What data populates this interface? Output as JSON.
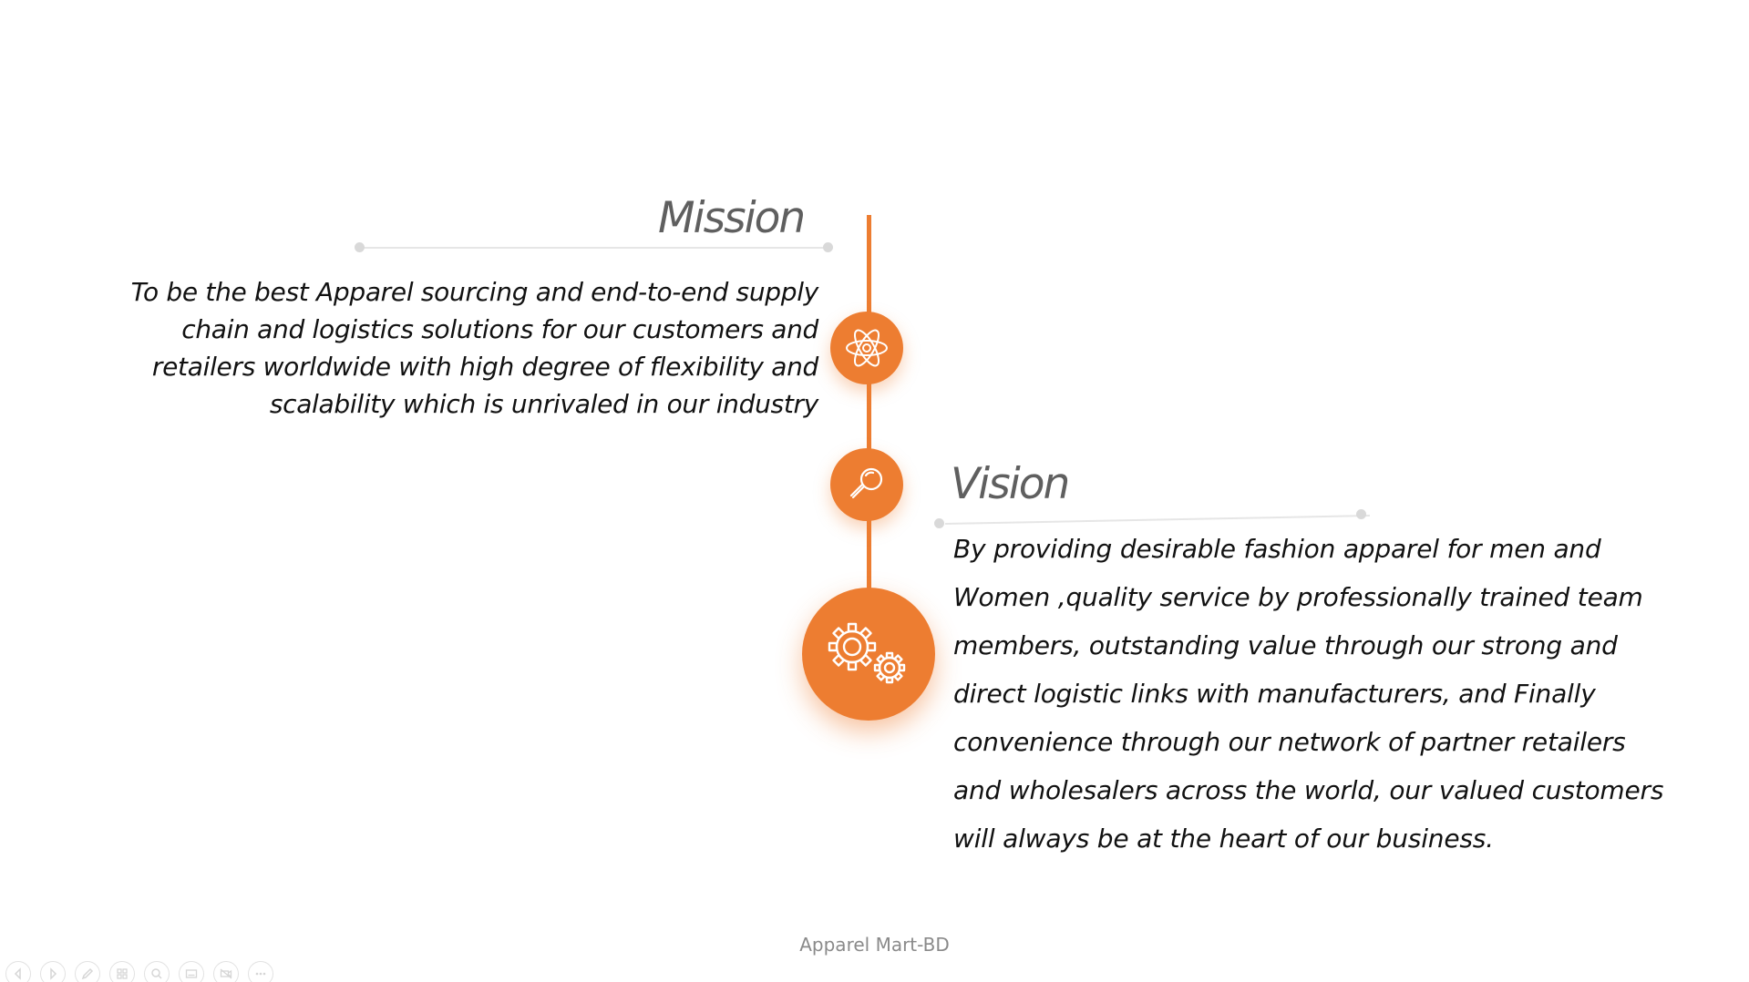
{
  "mission": {
    "title": "Mission",
    "lines": [
      "To be the best Apparel sourcing and end-to-end supply",
      "chain and logistics solutions for our customers and",
      "retailers worldwide with high degree of flexibility and",
      "scalability which is unrivaled in our industry"
    ]
  },
  "vision": {
    "title": "Vision",
    "lines": [
      "By providing desirable fashion apparel for men and",
      "Women ,quality service by professionally trained team",
      "members, outstanding value through our strong and",
      "direct logistic links with manufacturers, and Finally",
      "convenience through our network of partner retailers",
      "and wholesalers across the world, our valued customers",
      "will always be at the heart  of our business."
    ]
  },
  "footer": {
    "text": "Apparel Mart-BD"
  },
  "colors": {
    "accent": "#ED7D31",
    "title": "#5F5F5F",
    "body": "#111111",
    "footer": "#8A8A8A"
  },
  "icons": {
    "circle_1": "atom-icon",
    "circle_2": "magnifier-icon",
    "circle_3": "gears-icon"
  },
  "presenter_controls": [
    "previous-slide-icon",
    "next-slide-icon",
    "pen-icon",
    "see-all-slides-icon",
    "zoom-icon",
    "subtitles-icon",
    "camera-off-icon",
    "more-options-icon"
  ]
}
